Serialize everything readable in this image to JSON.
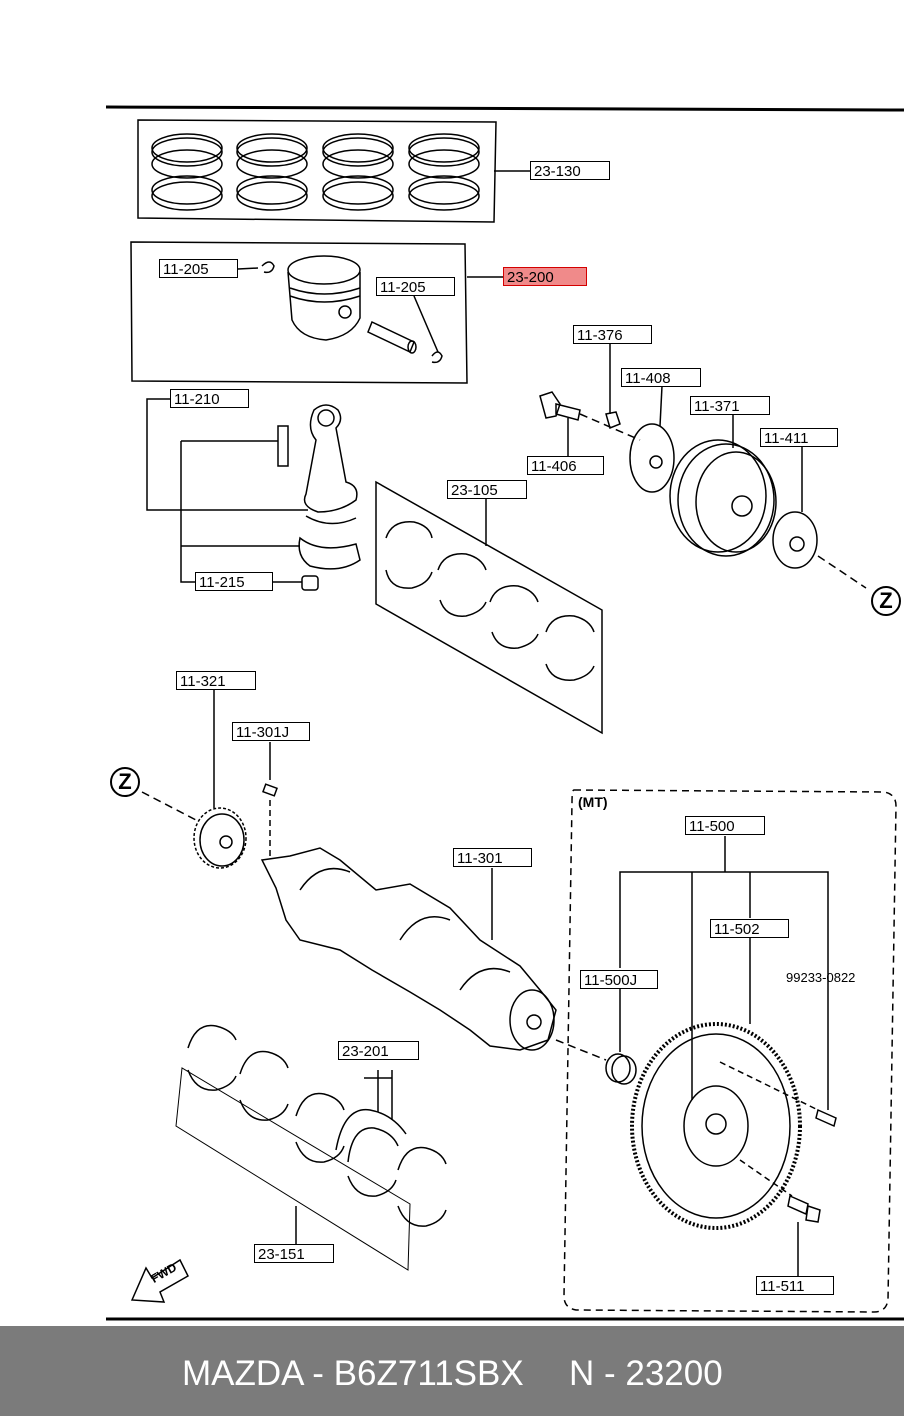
{
  "callouts": {
    "c23130": "23-130",
    "c23200": "23-200",
    "c11205a": "11-205",
    "c11205b": "11-205",
    "c11376": "11-376",
    "c11408": "11-408",
    "c11371": "11-371",
    "c11411": "11-411",
    "c11210": "11-210",
    "c11406": "11-406",
    "c23105": "23-105",
    "c11215": "11-215",
    "c11321": "11-321",
    "c11301j": "11-301J",
    "c11301": "11-301",
    "c11500": "11-500",
    "c11502": "11-502",
    "c11500j": "11-500J",
    "c23201": "23-201",
    "c23151": "23-151",
    "c11511": "11-511"
  },
  "part_number_text": "99233-0822",
  "mt_label": "(MT)",
  "zone_marker": "Z",
  "fwd_label": "FWD",
  "highlight_color": "#f08a8a",
  "footer": {
    "brand_part": "MAZDA - B6Z711SBX",
    "ref": "N - 23200"
  }
}
